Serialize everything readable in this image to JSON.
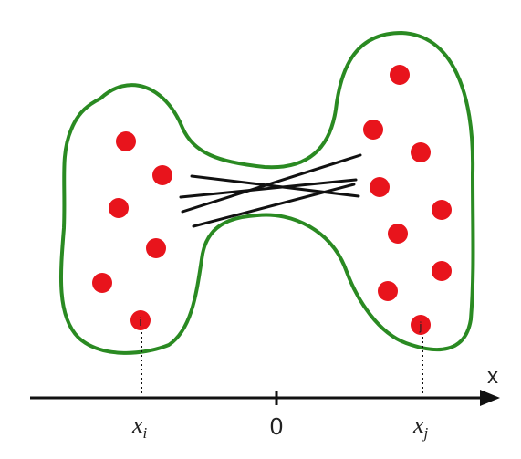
{
  "colors": {
    "blob_outline": "#2a8a22",
    "points": "#e8141c",
    "axis": "#111111",
    "links": "#111111",
    "text": "#222222"
  },
  "labels": {
    "axis_name": "x",
    "origin": "0",
    "left_point": "x",
    "left_point_sub": "i",
    "right_point": "x",
    "right_point_sub": "j",
    "left_marker": "i",
    "right_marker": "j"
  }
}
